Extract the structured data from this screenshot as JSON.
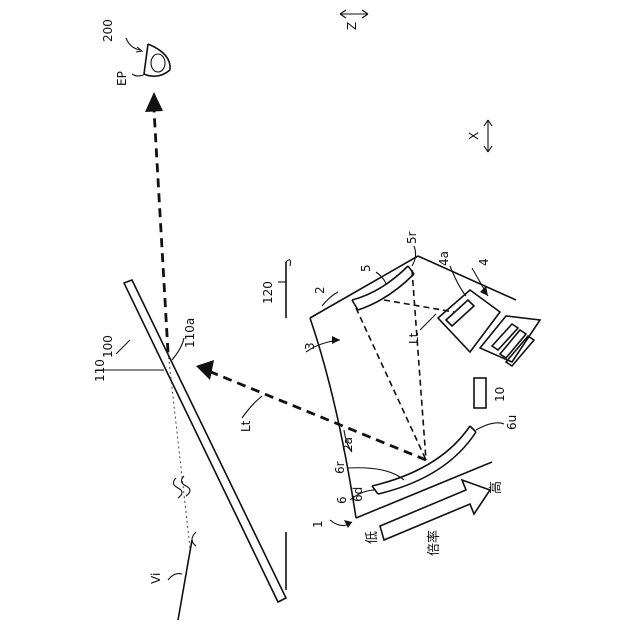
{
  "labels": {
    "eye_point": "EP",
    "eye_ref": "200",
    "axis_z": "Z",
    "axis_x": "X",
    "windshield": "100",
    "windshield_body": "110",
    "windshield_surface": "110a",
    "hud_ref": "120",
    "housing": "2",
    "exit_window": "2a",
    "display_light_path": "3",
    "display_unit": "4",
    "display_surface": "4a",
    "mirror_5": "5",
    "mirror_5r": "5r",
    "light_lt_upper": "Lt",
    "light_lt_lower": "Lt",
    "concave_mirror": "6",
    "mirror_surface_6r": "6r",
    "mirror_6d": "6d",
    "mirror_6u": "6u",
    "drive_unit": "10",
    "hud_device": "1",
    "virtual_image": "Vi",
    "magnification_low": "低",
    "magnification_high": "高",
    "magnification_title": "倍率"
  }
}
